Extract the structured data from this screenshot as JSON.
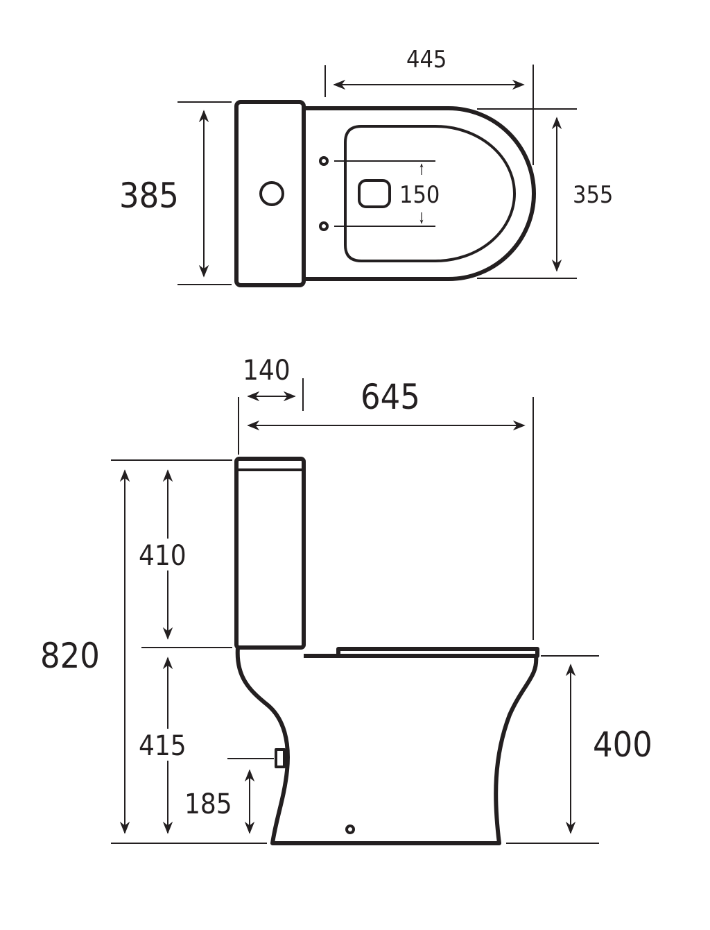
{
  "dimensions": {
    "top_view": {
      "pan_length": "445",
      "overall_width": "385",
      "fixing_hole_centres": "150",
      "pan_width": "355"
    },
    "side_view": {
      "cistern_depth": "140",
      "overall_projection": "645",
      "cistern_height": "410",
      "overall_height": "820",
      "pan_height": "415",
      "outlet_height": "185",
      "seat_height": "400"
    }
  },
  "colors": {
    "line": "#231f20",
    "background": "#ffffff"
  }
}
